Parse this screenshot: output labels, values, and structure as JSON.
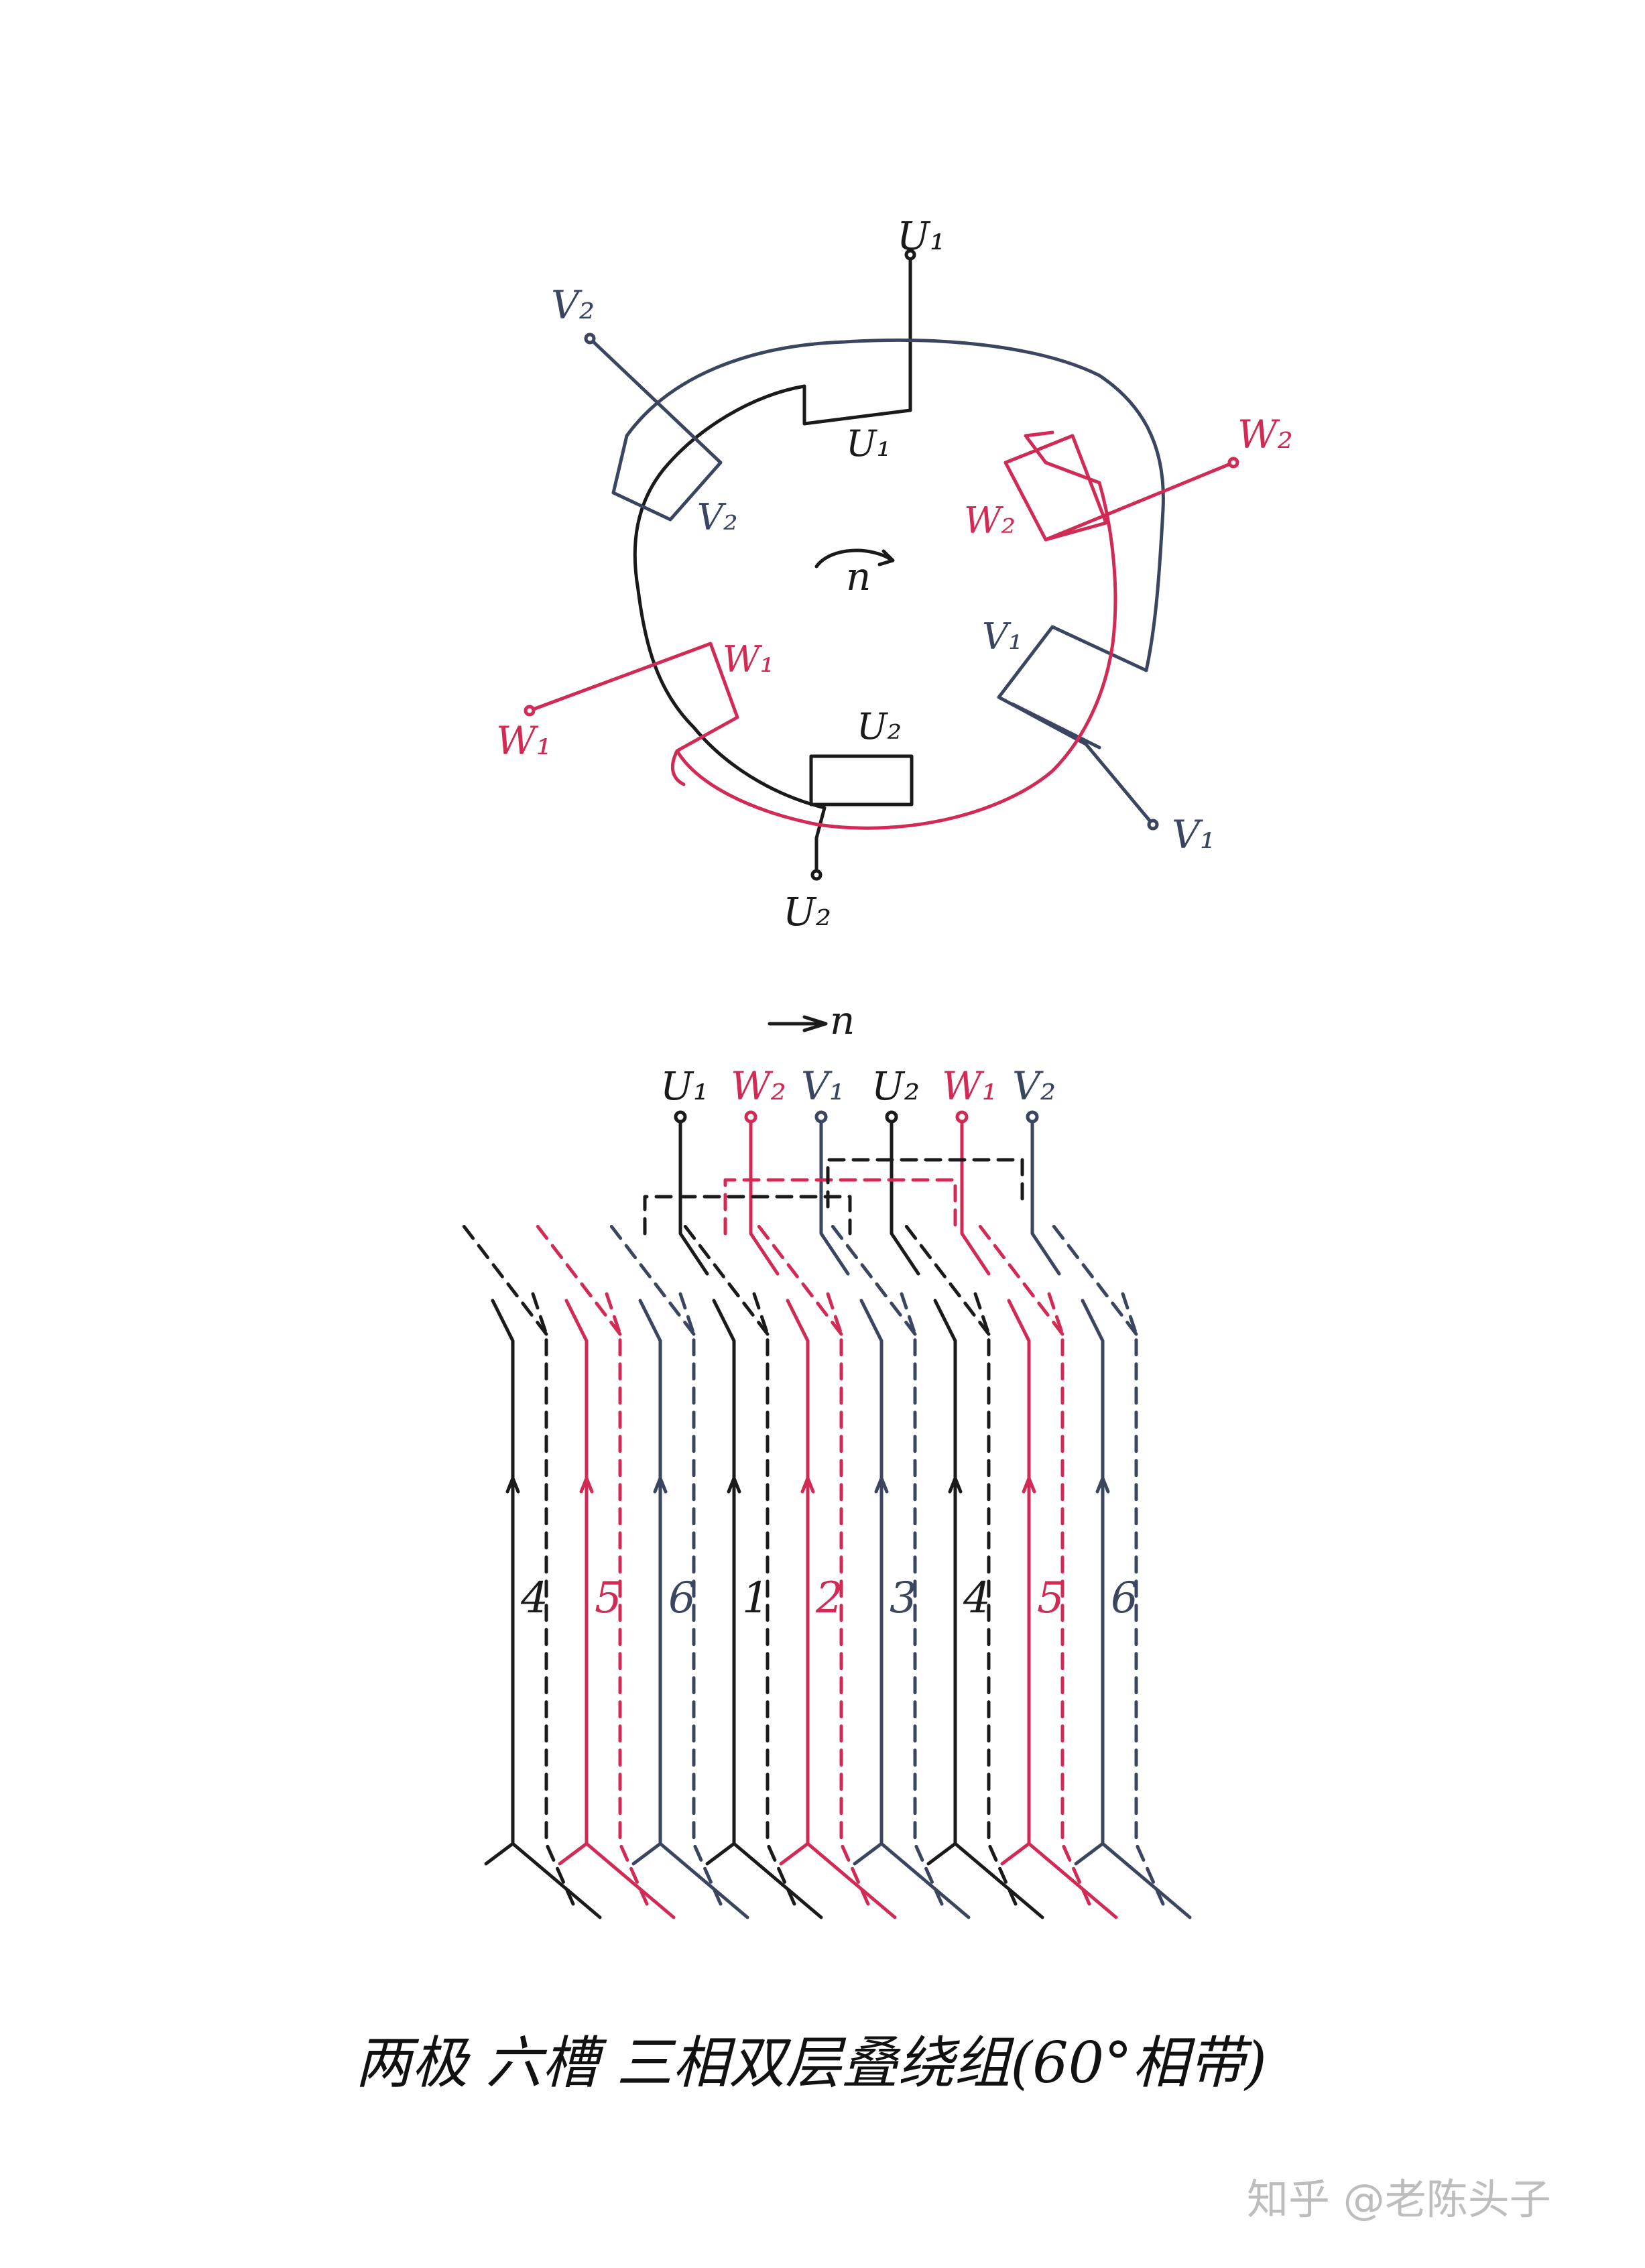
{
  "colors": {
    "U": "#1a1a1a",
    "V": "#3a4660",
    "W": "#d12a55",
    "ink": "#111111",
    "watermark": "#bdbdbd"
  },
  "top_diagram": {
    "rotation_label": "n",
    "terminals": [
      {
        "id": "U1",
        "label": "U₁",
        "phase": "U"
      },
      {
        "id": "U2",
        "label": "U₂",
        "phase": "U"
      },
      {
        "id": "V1",
        "label": "V₁",
        "phase": "V"
      },
      {
        "id": "V2",
        "label": "V₂",
        "phase": "V"
      },
      {
        "id": "W1",
        "label": "W₁",
        "phase": "W"
      },
      {
        "id": "W2",
        "label": "W₂",
        "phase": "W"
      }
    ],
    "coil_labels": [
      {
        "id": "U1",
        "label": "U₁",
        "phase": "U"
      },
      {
        "id": "U2",
        "label": "U₂",
        "phase": "U"
      },
      {
        "id": "V1",
        "label": "V₁",
        "phase": "V"
      },
      {
        "id": "V2",
        "label": "V₂",
        "phase": "V"
      },
      {
        "id": "W1",
        "label": "W₁",
        "phase": "W"
      },
      {
        "id": "W2",
        "label": "W₂",
        "phase": "W"
      }
    ]
  },
  "bottom_diagram": {
    "rotation_label": "n",
    "terminals": [
      {
        "id": "U1",
        "label": "U₁",
        "phase": "U"
      },
      {
        "id": "W2",
        "label": "W₂",
        "phase": "W"
      },
      {
        "id": "V1",
        "label": "V₁",
        "phase": "V"
      },
      {
        "id": "U2",
        "label": "U₂",
        "phase": "U"
      },
      {
        "id": "W1",
        "label": "W₁",
        "phase": "W"
      },
      {
        "id": "V2",
        "label": "V₂",
        "phase": "V"
      }
    ],
    "slots": [
      {
        "label": "4",
        "phase": "U"
      },
      {
        "label": "5",
        "phase": "W"
      },
      {
        "label": "6",
        "phase": "V"
      },
      {
        "label": "1",
        "phase": "U"
      },
      {
        "label": "2",
        "phase": "W"
      },
      {
        "label": "3",
        "phase": "V"
      },
      {
        "label": "4",
        "phase": "U"
      },
      {
        "label": "5",
        "phase": "W"
      },
      {
        "label": "6",
        "phase": "V"
      }
    ]
  },
  "caption": "两极  六槽  三相双层叠绕组(60°相带)",
  "watermark": "知乎 @老陈头子"
}
